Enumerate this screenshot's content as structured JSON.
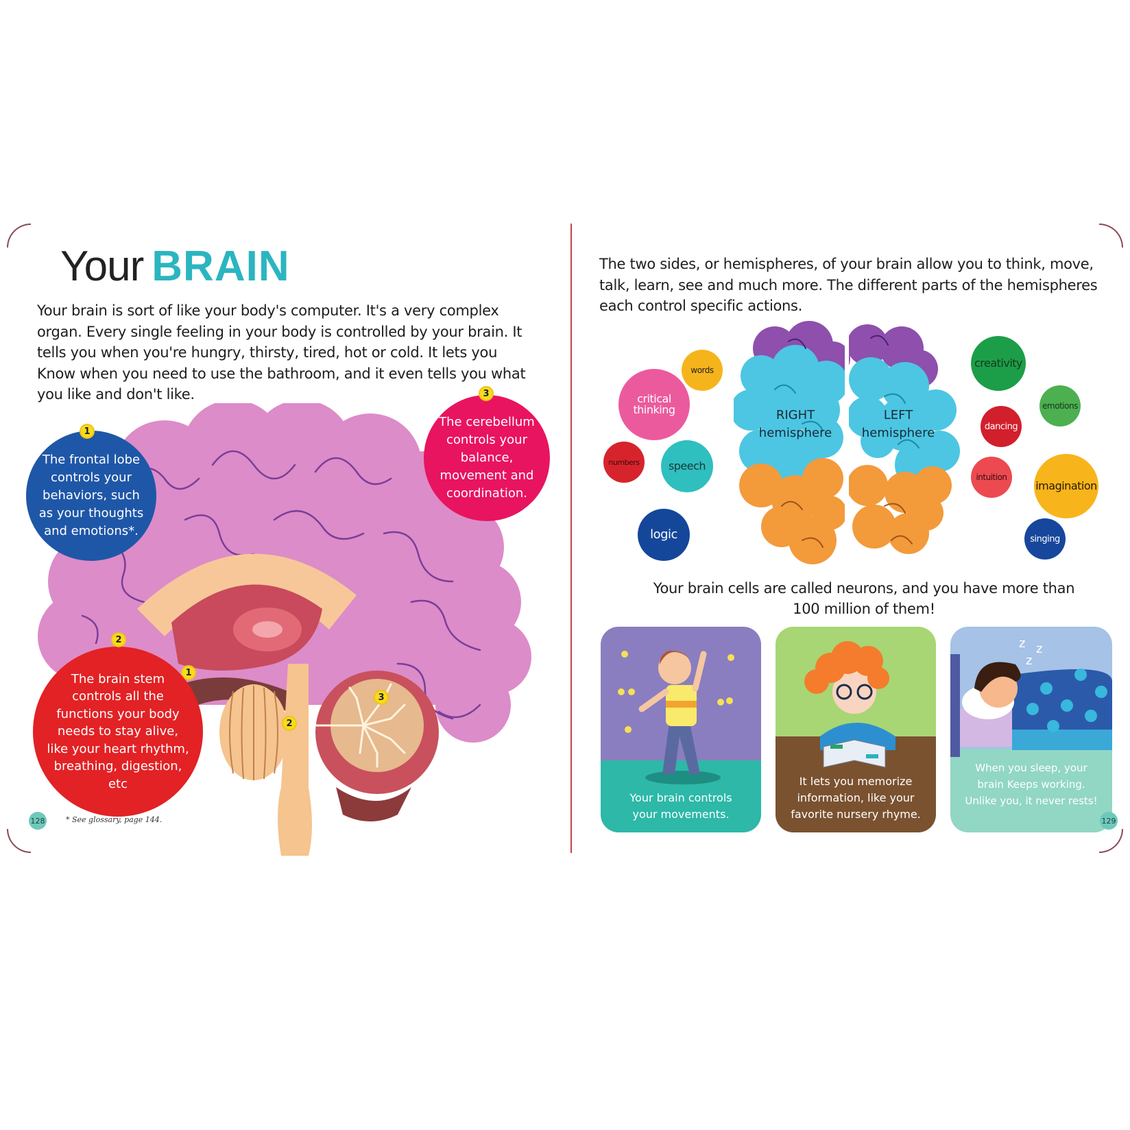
{
  "left_page": {
    "title_prefix": "Your",
    "title_main": "BRAIN",
    "intro": "Your brain is sort of like your body's computer. It's a very complex organ. Every single feeling in your body is controlled by your brain. It tells you when you're hungry, thirsty, tired, hot or cold. It lets you Know when you need to use the bathroom, and it even tells you what you like and don't like.",
    "callouts": [
      {
        "number": "1",
        "text": "The frontal lobe controls your behaviors, such as your thoughts and emotions*.",
        "color": "#1f57a8"
      },
      {
        "number": "2",
        "text": "The brain stem controls all the functions your body needs to stay alive, like your heart rhythm, breathing, digestion, etc",
        "color": "#e22225"
      },
      {
        "number": "3",
        "text": "The cerebellum controls your balance, movement and coordination.",
        "color": "#e8145f"
      }
    ],
    "diagram_markers": [
      "1",
      "2",
      "3"
    ],
    "page_number": "128",
    "footnote": "* See glossary, page 144."
  },
  "right_page": {
    "intro": "The two sides, or hemispheres, of your brain allow you to think, move, talk, learn, see and much more. The different parts of the hemispheres each control specific actions.",
    "hemispheres": {
      "right_label_1": "RIGHT",
      "right_label_2": "hemisphere",
      "left_label_1": "LEFT",
      "left_label_2": "hemisphere"
    },
    "left_tags": [
      {
        "label": "words",
        "color": "#f6b41c"
      },
      {
        "label": "critical thinking",
        "color": "#ec5a9e"
      },
      {
        "label": "numbers",
        "color": "#d7242c"
      },
      {
        "label": "speech",
        "color": "#2fbfbf"
      },
      {
        "label": "logic",
        "color": "#14479a"
      }
    ],
    "right_tags": [
      {
        "label": "creativity",
        "color": "#1c9e48"
      },
      {
        "label": "emotions",
        "color": "#4caf50"
      },
      {
        "label": "dancing",
        "color": "#d21f2c"
      },
      {
        "label": "intuition",
        "color": "#ec4a50"
      },
      {
        "label": "imagination",
        "color": "#f7b51b"
      },
      {
        "label": "singing",
        "color": "#17479c"
      }
    ],
    "neuron_fact": "Your brain cells are called neurons, and you have more than 100 million of them!",
    "cards": [
      {
        "caption": "Your brain controls your movements."
      },
      {
        "caption": "It lets you memorize information, like your favorite nursery rhyme."
      },
      {
        "caption": "When you sleep, your brain Keeps working. Unlike you, it never rests!"
      }
    ],
    "page_number": "129"
  }
}
